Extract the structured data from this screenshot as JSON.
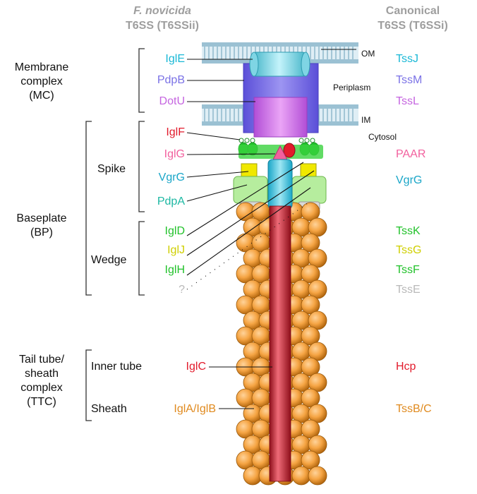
{
  "header": {
    "left_title_italic": "F. novicida",
    "left_title": "T6SS (T6SSii)",
    "right_title_line1": "Canonical",
    "right_title_line2": "T6SS (T6SSi)"
  },
  "groups": {
    "mc": [
      "Membrane",
      "complex",
      "(MC)"
    ],
    "bp": [
      "Baseplate",
      "(BP)"
    ],
    "ttc": [
      "Tail tube/",
      "sheath",
      "complex",
      "(TTC)"
    ]
  },
  "subgroups": {
    "spike": "Spike",
    "wedge": "Wedge",
    "inner_tube": "Inner tube",
    "sheath": "Sheath"
  },
  "membrane_labels": {
    "om": "OM",
    "periplasm": "Periplasm",
    "im": "IM",
    "cytosol": "Cytosol"
  },
  "components": [
    {
      "fn": "IglE",
      "canon": "TssJ",
      "color": "#1ab8d6"
    },
    {
      "fn": "PdpB",
      "canon": "TssM",
      "color": "#7b72e6"
    },
    {
      "fn": "DotU",
      "canon": "TssL",
      "color": "#c565e0"
    },
    {
      "fn": "IglF",
      "canon": "",
      "color": "#e21b2c"
    },
    {
      "fn": "IglG",
      "canon": "PAAR",
      "color": "#f2609e"
    },
    {
      "fn": "VgrG",
      "canon": "VgrG",
      "color": "#1aa6c8"
    },
    {
      "fn": "PdpA",
      "canon": "",
      "color": "#1db8a3"
    },
    {
      "fn": "IglD",
      "canon": "TssK",
      "color": "#22c22b"
    },
    {
      "fn": "IglJ",
      "canon": "TssG",
      "color": "#cfcf00"
    },
    {
      "fn": "IglH",
      "canon": "TssF",
      "color": "#22c22b"
    },
    {
      "fn": "?",
      "canon": "TssE",
      "color": "#b9b9b9"
    },
    {
      "fn": "IglC",
      "canon": "Hcp",
      "color": "#e21b2c"
    },
    {
      "fn": "IglA/IglB",
      "canon": "TssB/C",
      "color": "#e08a1e"
    }
  ]
}
